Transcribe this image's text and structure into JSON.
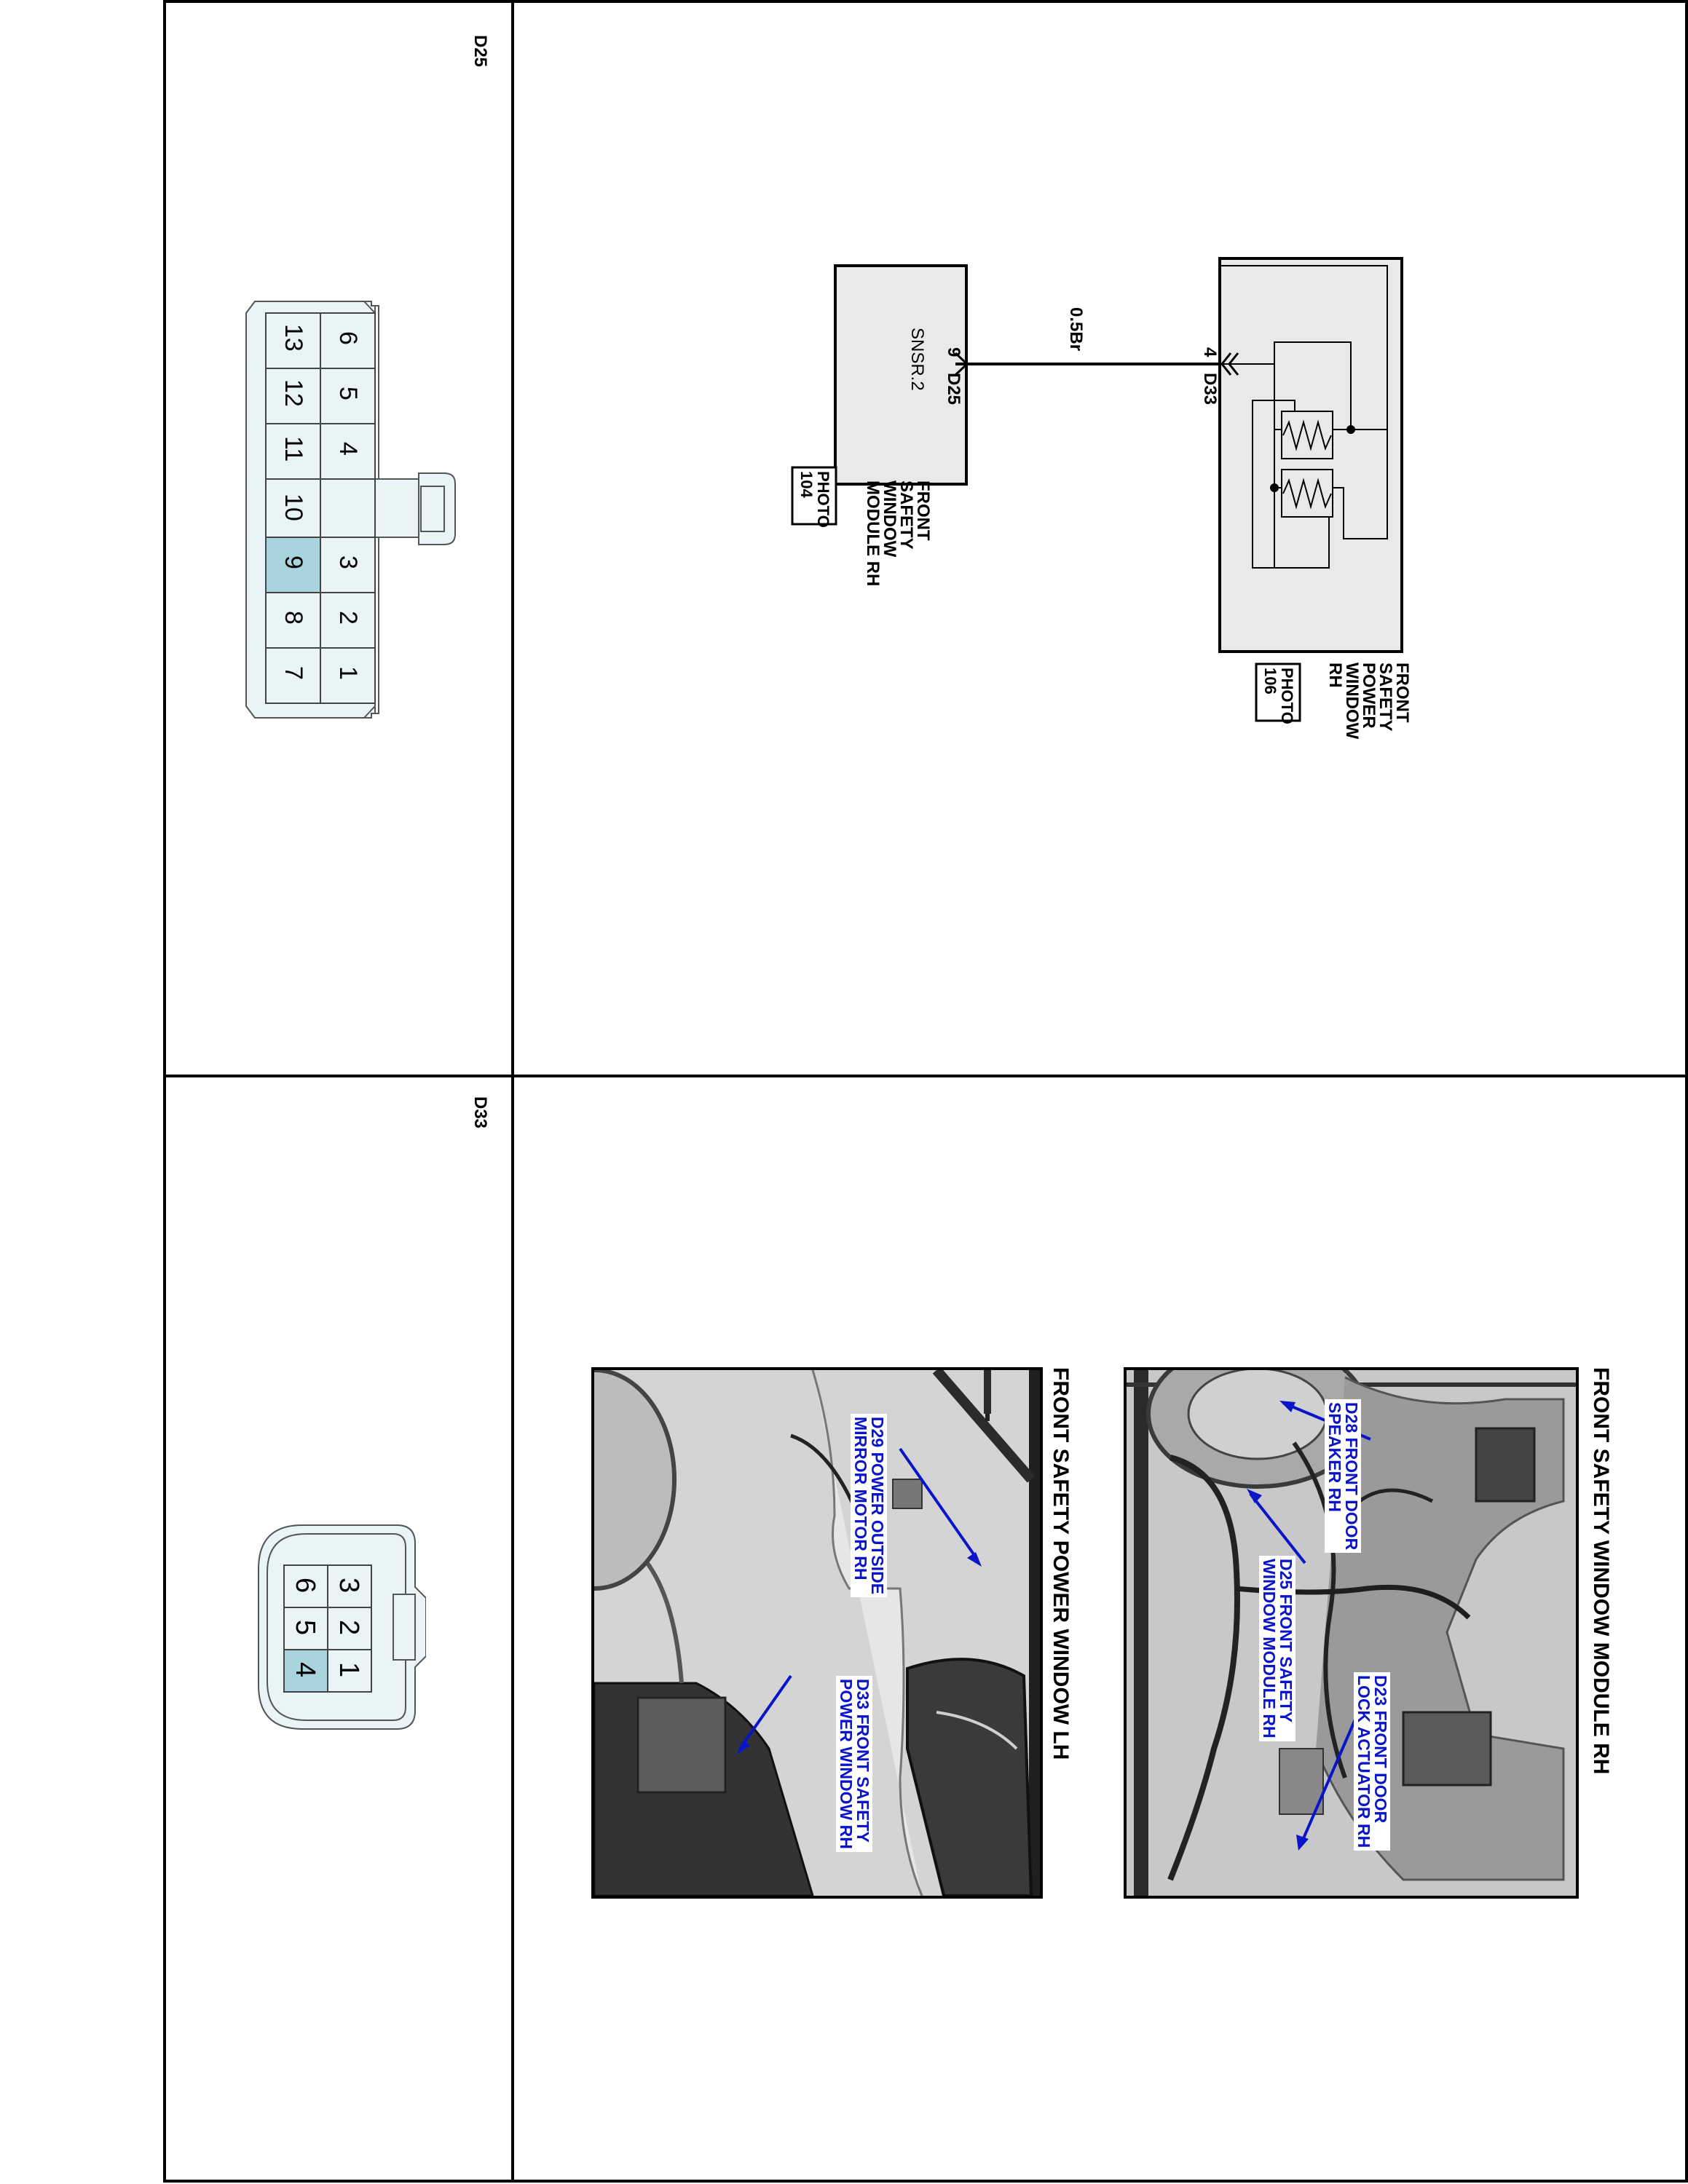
{
  "connectors": {
    "d25": {
      "id": "D25",
      "top_row": [
        "6",
        "5",
        "4",
        "3",
        "2",
        "1"
      ],
      "bottom_row": [
        "13",
        "12",
        "11",
        "10",
        "9",
        "8",
        "7"
      ],
      "highlighted": "9"
    },
    "d33": {
      "id": "D33",
      "top_row": [
        "3",
        "2",
        "1"
      ],
      "bottom_row": [
        "6",
        "5",
        "4"
      ],
      "highlighted": "4"
    }
  },
  "schematic": {
    "power_window": {
      "name_lines": [
        "FRONT",
        "SAFETY",
        "POWER",
        "WINDOW",
        "RH"
      ],
      "photo": [
        "PHOTO",
        "106"
      ]
    },
    "module": {
      "name_lines": [
        "FRONT",
        "SAFETY",
        "WINDOW",
        "MODULE RH"
      ],
      "photo": [
        "PHOTO",
        "104"
      ],
      "inner_label": "SNSR.2"
    },
    "wire": {
      "label": "0.5Br",
      "end_a": {
        "pin": "4",
        "connector": "D33"
      },
      "end_b": {
        "pin": "9",
        "connector": "D25"
      }
    }
  },
  "photos": {
    "rh": {
      "title": "FRONT SAFETY WINDOW MODULE RH",
      "callouts": [
        "D28 FRONT DOOR\nSPEAKER RH",
        "D25 FRONT SAFETY\nWINDOW MODULE RH",
        "D23 FRONT DOOR\nLOCK ACTUATOR RH"
      ]
    },
    "lh": {
      "title": "FRONT SAFETY POWER WINDOW LH",
      "callouts": [
        "D29 POWER OUTSIDE\nMIRROR MOTOR RH",
        "D33 FRONT SAFETY\nPOWER WINDOW RH"
      ]
    }
  },
  "colors": {
    "pin_highlight": "#a9d4de",
    "pin_fill": "#e9f4f6",
    "callout_blue": "#0a14c8"
  }
}
